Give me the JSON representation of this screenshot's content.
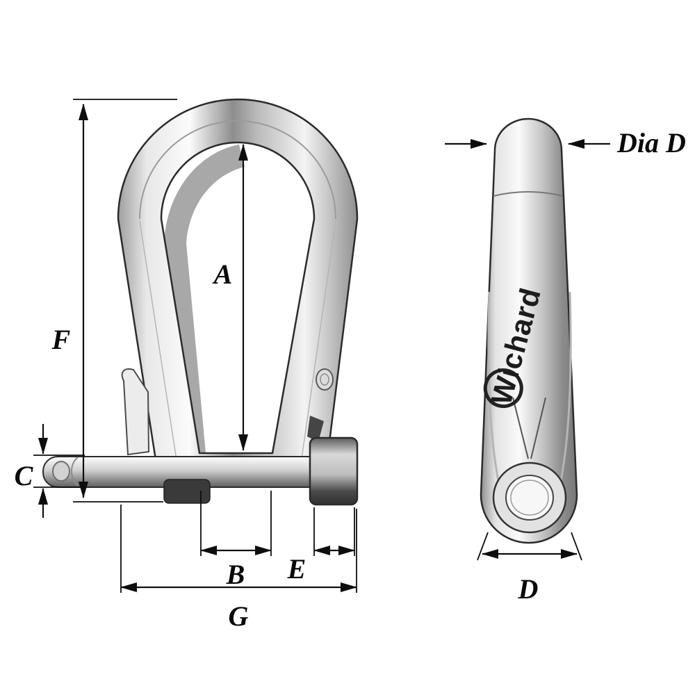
{
  "front_view": {
    "labels": {
      "a": "A",
      "b": "B",
      "c": "C",
      "e": "E",
      "f": "F",
      "g": "G"
    }
  },
  "side_view": {
    "brand": "Wichard",
    "labels": {
      "dia_d": "Dia D",
      "d": "D"
    }
  },
  "colors": {
    "background": "#ffffff",
    "line": "#0d0d0d",
    "metal_light": "#f5f5f5",
    "metal_mid": "#9e9e9e",
    "metal_dark": "#565656"
  }
}
